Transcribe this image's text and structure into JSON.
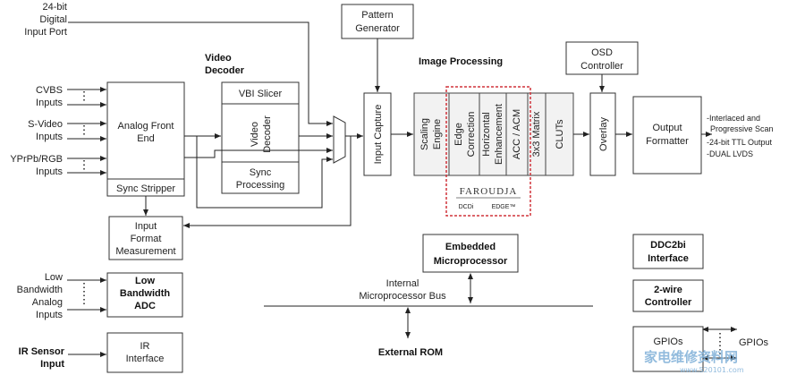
{
  "inputs": {
    "digital_port": [
      "24-bit",
      "Digital",
      "Input Port"
    ],
    "cvbs": [
      "CVBS",
      "Inputs"
    ],
    "svideo": [
      "S-Video",
      "Inputs"
    ],
    "ypbpr": [
      "YPrPb/RGB",
      "Inputs"
    ],
    "low_bw": [
      "Low",
      "Bandwidth",
      "Analog",
      "Inputs"
    ],
    "ir_sensor": [
      "IR Sensor",
      "Input"
    ]
  },
  "blocks": {
    "afe": [
      "Analog Front",
      "End"
    ],
    "sync_stripper": "Sync Stripper",
    "input_format": [
      "Input",
      "Format",
      "Measurement"
    ],
    "video_decoder_title": [
      "Video",
      "Decoder"
    ],
    "vbi_slicer": "VBI Slicer",
    "video_decoder_inner": [
      "Video",
      "Decoder"
    ],
    "sync_processing": [
      "Sync",
      "Processing"
    ],
    "pattern_generator": [
      "Pattern",
      "Generator"
    ],
    "input_capture": "Input Capture",
    "image_processing_title": "Image Processing",
    "scaling_engine": [
      "Scaling",
      "Engine"
    ],
    "edge_correction": [
      "Edge",
      "Correction"
    ],
    "horizontal_enhancement": [
      "Horizontal",
      "Enhancement"
    ],
    "acc_acm": "ACC / ACM",
    "matrix": "3x3 Matrix",
    "cluts": "CLUTs",
    "overlay": "Overlay",
    "osd_controller": [
      "OSD",
      "Controller"
    ],
    "output_formatter": [
      "Output",
      "Formatter"
    ],
    "embedded_micro": [
      "Embedded",
      "Microprocessor"
    ],
    "internal_bus": [
      "Internal",
      "Microprocessor Bus"
    ],
    "external_rom": "External ROM",
    "low_bw_adc": [
      "Low",
      "Bandwidth",
      "ADC"
    ],
    "ir_interface": [
      "IR",
      "Interface"
    ],
    "ddc2bi": [
      "DDC2bi",
      "Interface"
    ],
    "two_wire": [
      "2-wire",
      "Controller"
    ],
    "gpios_box": "GPIOs",
    "gpios_out": "GPIOs"
  },
  "faroudja": {
    "logo": "FAROUDJA",
    "dcdi": "DCDi",
    "edge": "EDGE™"
  },
  "outputs": [
    "-Interlaced and",
    "Progressive Scan",
    "-24-bit TTL Output",
    "-DUAL LVDS"
  ],
  "watermark": [
    "家电维修资料网",
    "www.520101.com"
  ],
  "colors": {
    "faroudja_border": "#d0333a",
    "watermark": "#7fb0d8"
  }
}
